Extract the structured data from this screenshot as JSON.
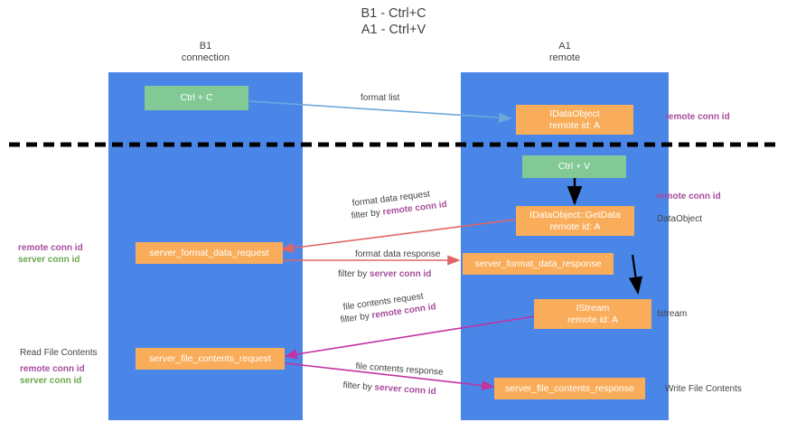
{
  "title": "B1 - Ctrl+C\nA1 - Ctrl+V",
  "lanes": {
    "b1": {
      "label": "B1\nconnection",
      "color": "#4a86e8"
    },
    "a1": {
      "label": "A1\nremote",
      "color": "#4a86e8"
    }
  },
  "colors": {
    "lane": "#4a86e8",
    "green_box": "#82c995",
    "orange_box": "#f9ad5a",
    "purple_id": "#a64d9c",
    "green_id": "#6aa84f",
    "text": "#434343",
    "arrow_blue": "#6fa8dc",
    "arrow_red": "#e06666",
    "arrow_magenta": "#c233a0",
    "arrow_black": "#000000",
    "divider": "#000000"
  },
  "boxes": {
    "ctrl_c": "Ctrl + C",
    "ctrl_v": "Ctrl + V",
    "idataobject_remote": "IDataObject\nremote id: A",
    "idataobject_getdata": "IDataObject::GetData\nremote id: A",
    "server_format_data_request": "server_format_data_request",
    "server_format_data_response": "server_format_data_response",
    "istream": "IStream\nremote id: A",
    "server_file_contents_request": "server_file_contents_request",
    "server_file_contents_response": "server_file_contents_response"
  },
  "edge_labels": {
    "format_list": "format list",
    "format_data_request": "format data request",
    "format_data_request_filter_prefix": "filter by ",
    "format_data_request_filter_id": "remote conn id",
    "format_data_response": "format data response",
    "format_data_response_filter_prefix": "filter by ",
    "format_data_response_filter_id": "server conn id",
    "file_contents_request": "file contents request",
    "file_contents_request_filter_prefix": "filter by ",
    "file_contents_request_filter_id": "remote conn id",
    "file_contents_response": "file contents response",
    "file_contents_response_filter_prefix": "filter by ",
    "file_contents_response_filter_id": "server conn id"
  },
  "side_labels": {
    "right_remote_conn_id_top": "remote conn id",
    "right_remote_conn_id_mid": "remote conn id",
    "right_dataobject": "DataObject",
    "right_istream": "Istream",
    "right_write_file_contents": "Write File Contents",
    "left_ids_mid_remote": "remote conn id",
    "left_ids_mid_server": "server conn id",
    "left_read_file_contents": "Read File Contents",
    "left_ids_bottom_remote": "remote conn id",
    "left_ids_bottom_server": "server conn id"
  }
}
